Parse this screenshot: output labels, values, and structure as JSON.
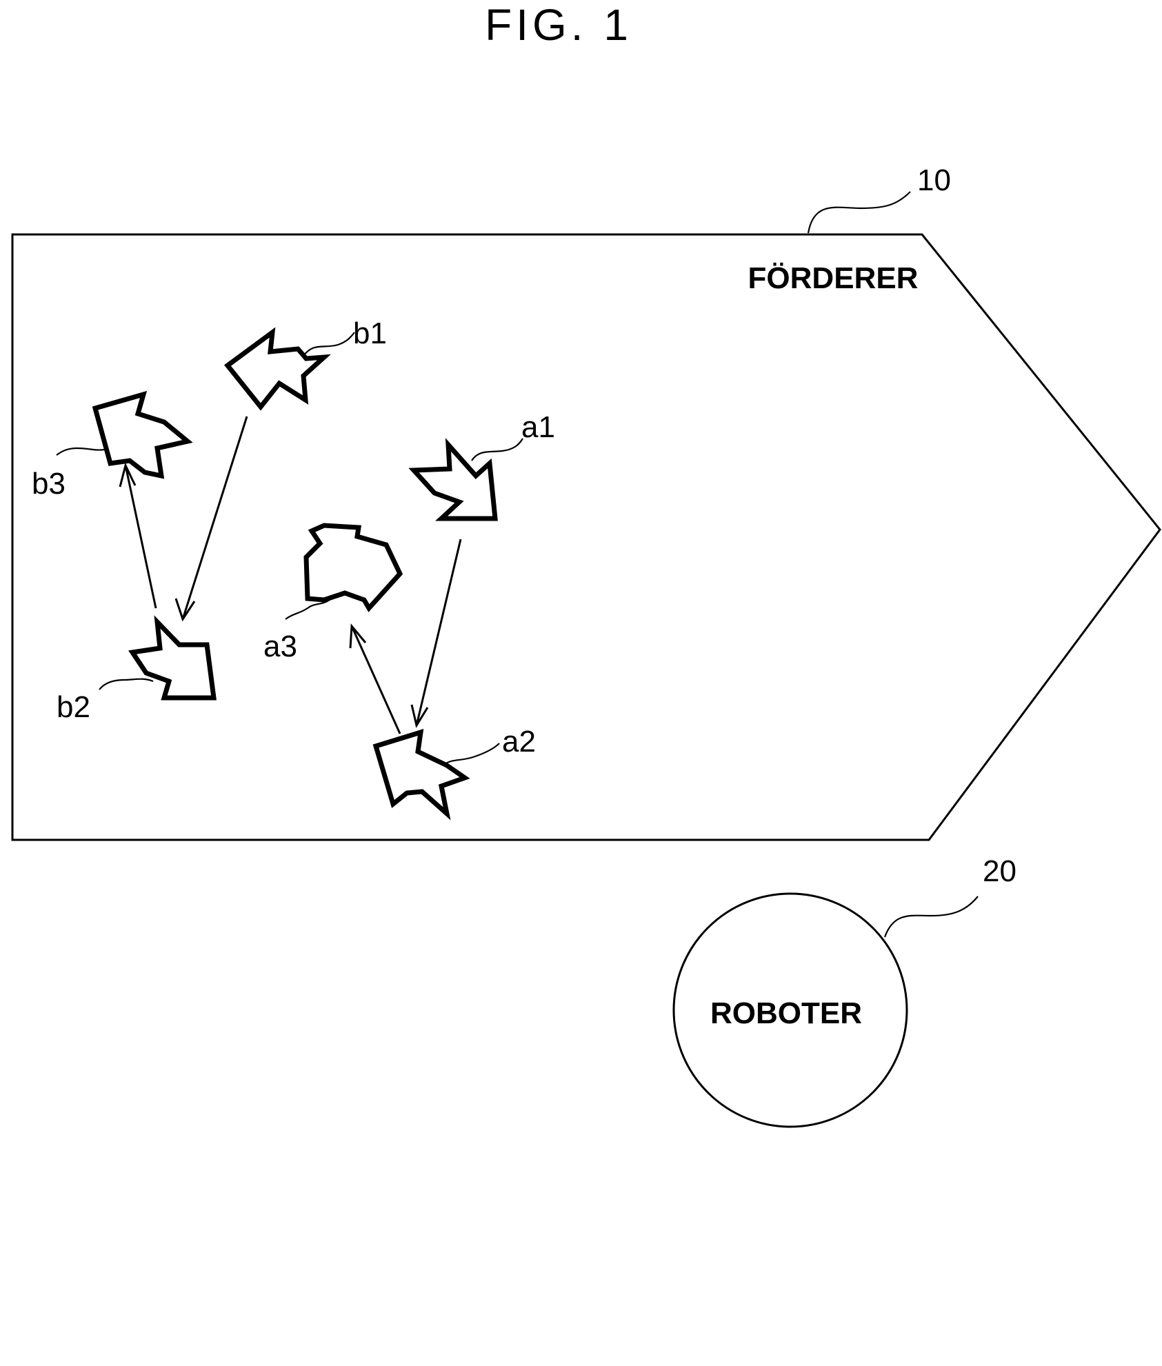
{
  "figure_title": "FIG. 1",
  "conveyor": {
    "ref": "10",
    "label": "FÖRDERER"
  },
  "robot": {
    "ref": "20",
    "label": "ROBOTER"
  },
  "workpieces": {
    "a1": "a1",
    "a2": "a2",
    "a3": "a3",
    "b1": "b1",
    "b2": "b2",
    "b3": "b3"
  }
}
